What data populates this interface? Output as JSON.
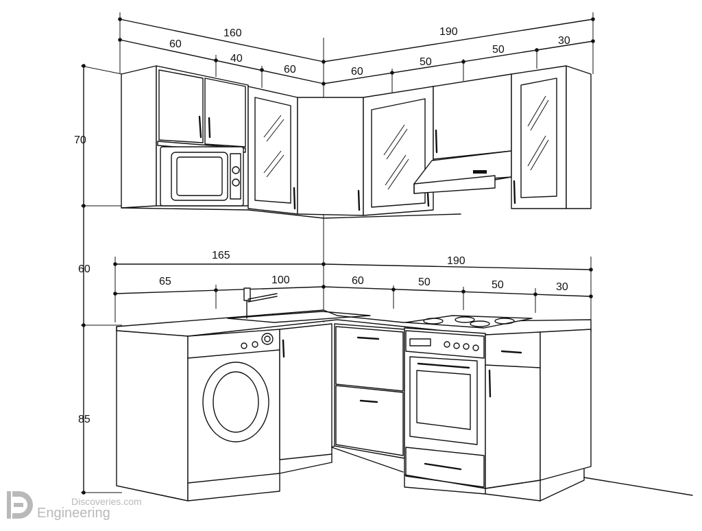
{
  "diagram": {
    "upper_dimensions": {
      "left_total": "160",
      "left_parts": [
        "60",
        "40",
        "60"
      ],
      "right_total": "190",
      "right_parts": [
        "60",
        "50",
        "50",
        "30"
      ]
    },
    "lower_dimensions": {
      "left_total": "165",
      "left_parts": [
        "65",
        "100"
      ],
      "right_total": "190",
      "right_parts": [
        "60",
        "50",
        "50",
        "30"
      ]
    },
    "vertical_dimensions": [
      "70",
      "60",
      "85"
    ]
  },
  "watermark": {
    "line1": "Discoveries.com",
    "line2": "Engineering",
    "icon": "engineering-discoveries-logo",
    "color": "#b9b9b9"
  }
}
